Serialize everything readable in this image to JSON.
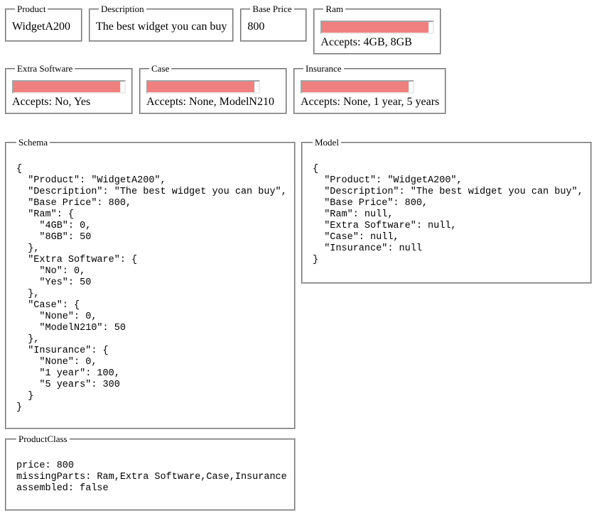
{
  "colors": {
    "slot_fill": "#f08080",
    "slot_track": "#fbfbfb",
    "slot_border": "#a3a3a3",
    "fieldset_border": "#c0c0c0"
  },
  "parts": {
    "product": {
      "legend": "Product",
      "value": "WidgetA200"
    },
    "description": {
      "legend": "Description",
      "value": "The best widget you can buy"
    },
    "base_price": {
      "legend": "Base Price",
      "value": "800"
    },
    "ram": {
      "legend": "Ram",
      "accepts": "Accepts: 4GB, 8GB"
    },
    "extra_software": {
      "legend": "Extra Software",
      "accepts": "Accepts: No, Yes"
    },
    "case": {
      "legend": "Case",
      "accepts": "Accepts: None, ModelN210"
    },
    "insurance": {
      "legend": "Insurance",
      "accepts": "Accepts: None, 1 year, 5 years"
    }
  },
  "panels": {
    "schema": {
      "legend": "Schema",
      "code": "{\n  \"Product\": \"WidgetA200\",\n  \"Description\": \"The best widget you can buy\",\n  \"Base Price\": 800,\n  \"Ram\": {\n    \"4GB\": 0,\n    \"8GB\": 50\n  },\n  \"Extra Software\": {\n    \"No\": 0,\n    \"Yes\": 50\n  },\n  \"Case\": {\n    \"None\": 0,\n    \"ModelN210\": 50\n  },\n  \"Insurance\": {\n    \"None\": 0,\n    \"1 year\": 100,\n    \"5 years\": 300\n  }\n}"
    },
    "model": {
      "legend": "Model",
      "code": "{\n  \"Product\": \"WidgetA200\",\n  \"Description\": \"The best widget you can buy\",\n  \"Base Price\": 800,\n  \"Ram\": null,\n  \"Extra Software\": null,\n  \"Case\": null,\n  \"Insurance\": null\n}"
    },
    "product_class": {
      "legend": "ProductClass",
      "code": "price: 800\nmissingParts: Ram,Extra Software,Case,Insurance\nassembled: false"
    }
  }
}
